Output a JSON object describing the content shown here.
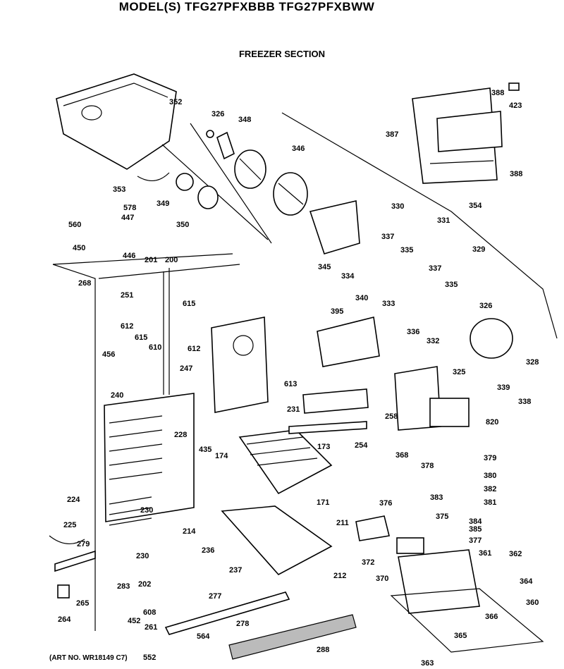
{
  "header": {
    "title": "MODEL(S) TFG27PFXBBB  TFG27PFXBWW",
    "section": "FREEZER SECTION"
  },
  "footer": {
    "art_no": "(ART NO. WR18149 C7)"
  },
  "parts": {
    "p352": "352",
    "p326a": "326",
    "p348": "348",
    "p346": "346",
    "p388a": "388",
    "p423": "423",
    "p387": "387",
    "p388b": "388",
    "p353": "353",
    "p349": "349",
    "p350": "350",
    "p578": "578",
    "p447": "447",
    "p560": "560",
    "p450": "450",
    "p446": "446",
    "p330": "330",
    "p354": "354",
    "p331": "331",
    "p337a": "337",
    "p335a": "335",
    "p345": "345",
    "p334": "334",
    "p340": "340",
    "p333": "333",
    "p329": "329",
    "p337b": "337",
    "p335b": "335",
    "p201": "201",
    "p200": "200",
    "p268": "268",
    "p251": "251",
    "p615a": "615",
    "p612a": "612",
    "p615b": "615",
    "p610": "610",
    "p612b": "612",
    "p395": "395",
    "p336": "336",
    "p326b": "326",
    "p332": "332",
    "p325": "325",
    "p328": "328",
    "p456": "456",
    "p247": "247",
    "p613": "613",
    "p339": "339",
    "p338": "338",
    "p240": "240",
    "p231": "231",
    "p258": "258",
    "p820": "820",
    "p228": "228",
    "p435": "435",
    "p173": "173",
    "p254": "254",
    "p368": "368",
    "p174": "174",
    "p378": "378",
    "p379": "379",
    "p380": "380",
    "p382": "382",
    "p171": "171",
    "p376": "376",
    "p383": "383",
    "p381": "381",
    "p224": "224",
    "p230a": "230",
    "p375": "375",
    "p211": "211",
    "p384": "384",
    "p385": "385",
    "p225": "225",
    "p214": "214",
    "p377": "377",
    "p279": "279",
    "p236": "236",
    "p372": "372",
    "p361": "361",
    "p362": "362",
    "p230b": "230",
    "p237": "237",
    "p212": "212",
    "p370": "370",
    "p202": "202",
    "p283": "283",
    "p364": "364",
    "p265": "265",
    "p277": "277",
    "p360": "360",
    "p264": "264",
    "p608": "608",
    "p366": "366",
    "p452": "452",
    "p278": "278",
    "p261": "261",
    "p564": "564",
    "p365": "365",
    "p288": "288",
    "p552": "552",
    "p363": "363"
  }
}
